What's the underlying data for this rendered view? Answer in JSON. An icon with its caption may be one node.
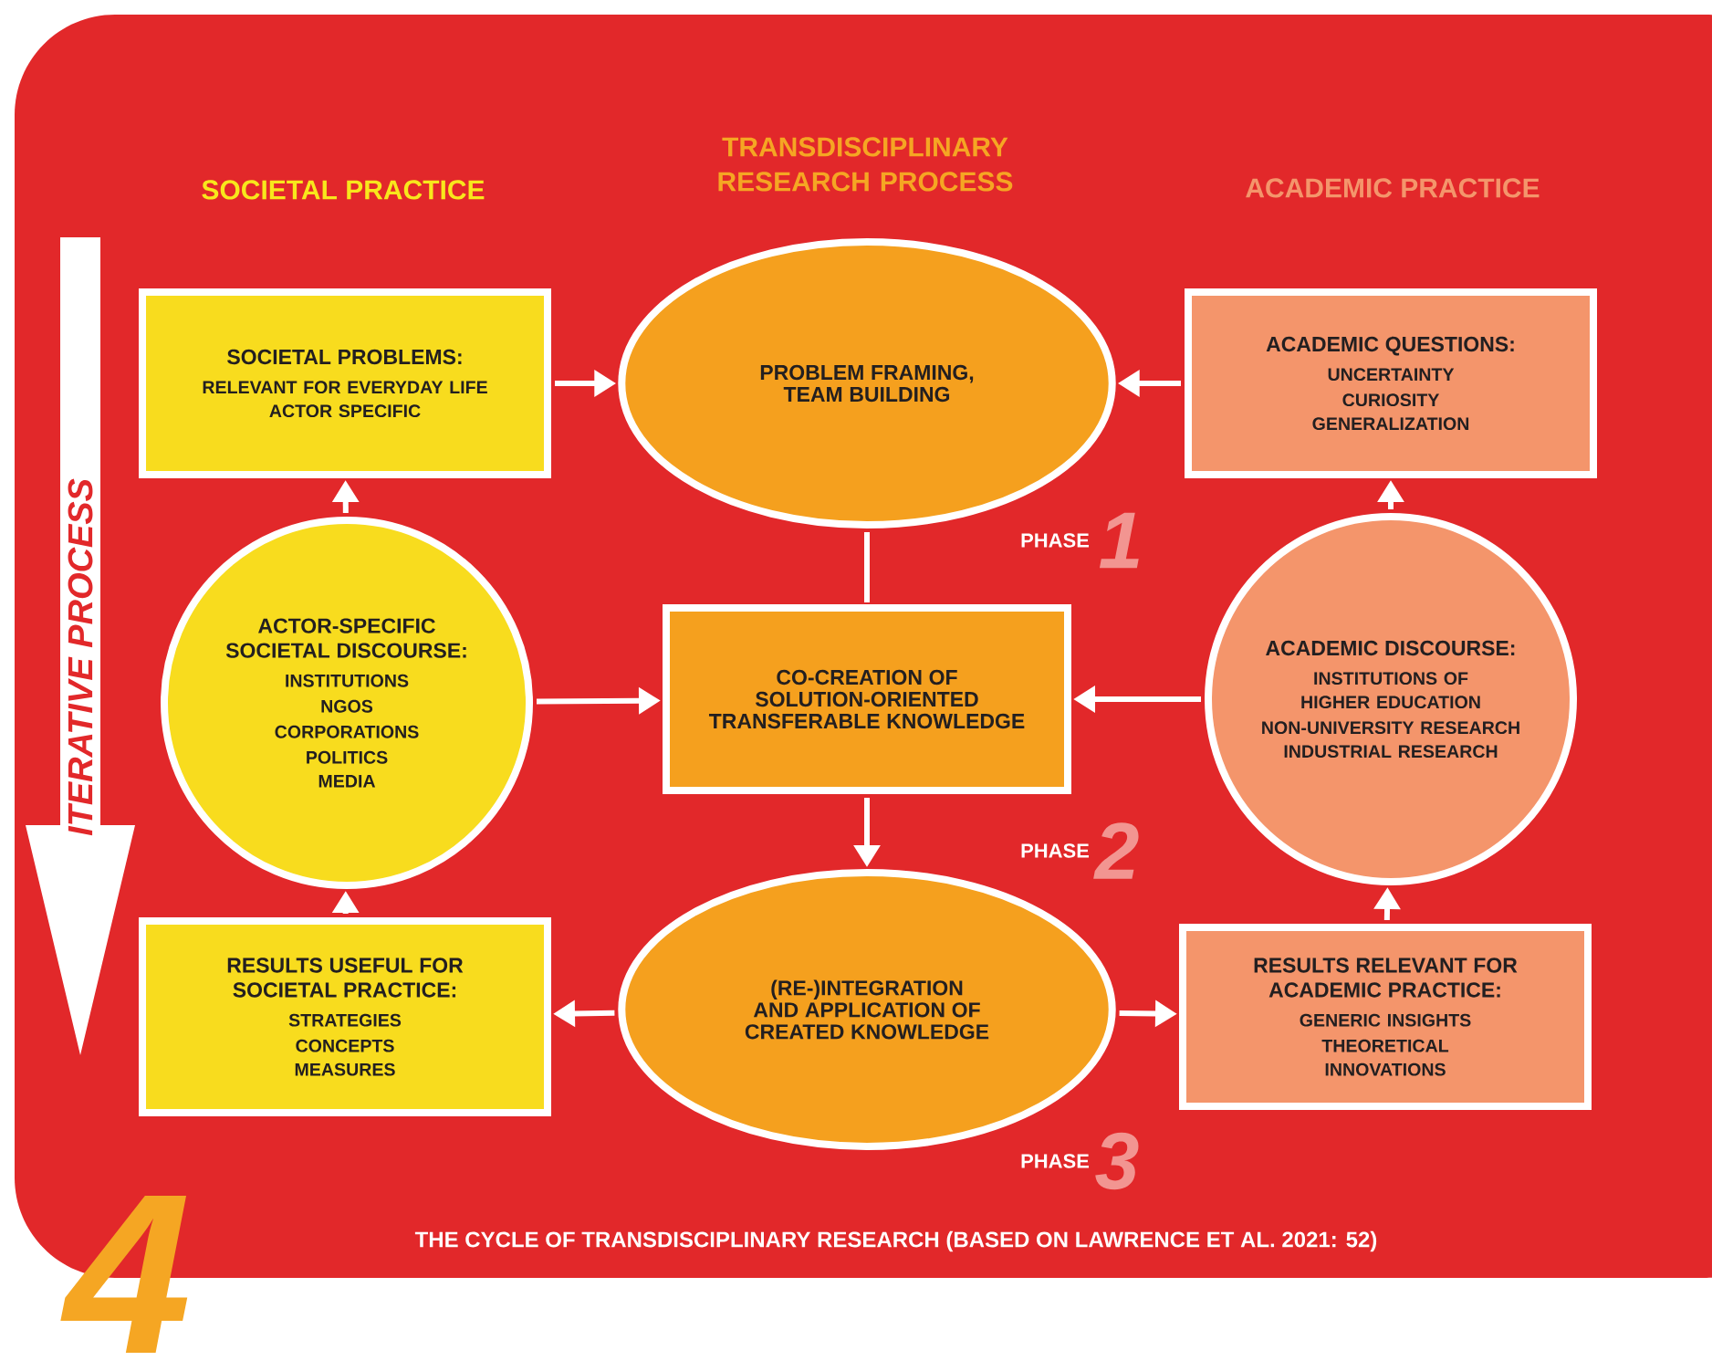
{
  "diagram": {
    "caption": "THE CYCLE OF TRANSDISCIPLINARY RESEARCH (BASED ON LAWRENCE ET AL. 2021: 52)",
    "nodes": [
      {
        "text": [
          "SOCIETAL PROBLEMS:",
          "RELEVANT FOR EVERYDAY LIFE",
          "ACTOR SPECIFIC"
        ]
      },
      {
        "text": [
          "PROBLEM FRAMING, TEAM BUILDING"
        ]
      },
      {
        "text": [
          "ACADEMIC QUESTIONS:",
          "UNCERTAINTY",
          "CURIOSITY",
          "GENERALIZATION"
        ]
      },
      {
        "text": [
          "ACTOR-SPECIFIC SOCIETAL DISCOURSE:",
          "INSTITUTIONS",
          "NGOS",
          "CORPORATIONS",
          "POLITICS",
          "MEDIA"
        ]
      },
      {
        "text": [
          "CO-CREATION OF SOLUTION-ORIENTED TRANSFERABLE KNOWLEDGE"
        ]
      },
      {
        "text": [
          "ACADEMIC DISCOURSE:",
          "INSTITUTIONS OF HIGHER EDUCATION",
          "NON-UNIVERSITY RESEARCH",
          "INDUSTRIAL RESEARCH"
        ]
      },
      {
        "text": [
          "RESULTS USEFUL FOR SOCIETAL PRACTICE:",
          "STRATEGIES",
          "CONCEPTS",
          "MEASURES"
        ]
      },
      {
        "text": [
          "(RE-)INTEGRATION AND APPLICATION OF CREATED KNOWLEDGE"
        ]
      },
      {
        "text": [
          "RESULTS RELEVANT FOR ACADEMIC PRACTICE:",
          "GENERIC INSIGHTS",
          "THEORETICAL",
          "INNOVATIONS"
        ]
      }
    ],
    "edges": [
      {
        "from": 0,
        "to": 1,
        "arrow": "to"
      },
      {
        "from": 2,
        "to": 1,
        "arrow": "to"
      },
      {
        "from": 3,
        "to": 0,
        "arrow": "to"
      },
      {
        "from": 5,
        "to": 2,
        "arrow": "to"
      },
      {
        "from": 1,
        "to": 4,
        "arrow": "none"
      },
      {
        "from": 3,
        "to": 4,
        "arrow": "to"
      },
      {
        "from": 5,
        "to": 4,
        "arrow": "to"
      },
      {
        "from": 4,
        "to": 7,
        "arrow": "to"
      },
      {
        "from": 7,
        "to": 6,
        "arrow": "to"
      },
      {
        "from": 7,
        "to": 8,
        "arrow": "to"
      },
      {
        "from": 6,
        "to": 3,
        "arrow": "to"
      },
      {
        "from": 8,
        "to": 5,
        "arrow": "to"
      }
    ],
    "labels": [
      "SOCIETAL PRACTICE",
      "TRANSDISCIPLINARY RESEARCH PROCESS",
      "ACADEMIC PRACTICE",
      "ITERATIVE PROCESS",
      "PHASE",
      "1",
      "PHASE",
      "2",
      "PHASE",
      "3",
      "4"
    ]
  }
}
